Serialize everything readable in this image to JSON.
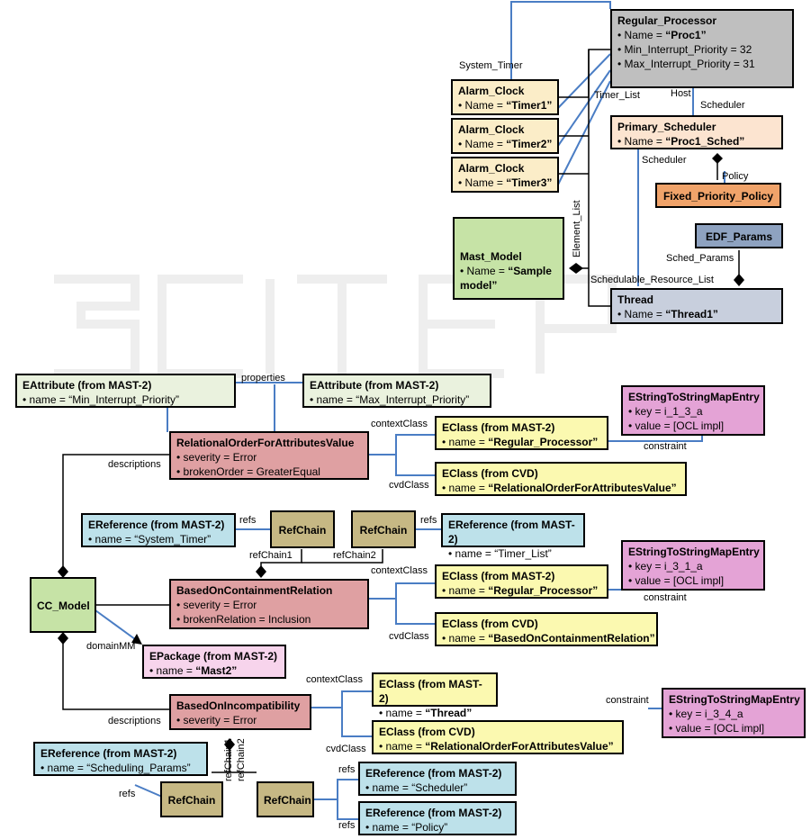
{
  "top": {
    "regular_processor": {
      "title": "Regular_Processor",
      "attrs": [
        {
          "name": "Name = ",
          "value": "“Proc1”"
        },
        {
          "name": "Min_Interrupt_Priority = 32",
          "value": ""
        },
        {
          "name": "Max_Interrupt_Priority = 31",
          "value": ""
        }
      ]
    },
    "alarm1": {
      "title": "Alarm_Clock",
      "name": "Name = ",
      "value": "“Timer1”"
    },
    "alarm2": {
      "title": "Alarm_Clock",
      "name": "Name = ",
      "value": "“Timer2”"
    },
    "alarm3": {
      "title": "Alarm_Clock",
      "name": "Name = ",
      "value": "“Timer3”"
    },
    "primary_scheduler": {
      "title": "Primary_Scheduler",
      "name": "Name = ",
      "value": "“Proc1_Sched”"
    },
    "fixed_priority": {
      "title": "Fixed_Priority_Policy"
    },
    "edf_params": {
      "title": "EDF_Params"
    },
    "mast_model": {
      "title": "Mast_Model",
      "name": "Name = ",
      "value": "“Sample model”"
    },
    "thread": {
      "title": "Thread",
      "name": "Name = ",
      "value": "“Thread1”"
    },
    "labels": {
      "system_timer": "System_Timer",
      "timer_list": "Timer_List",
      "host": "Host",
      "scheduler1": "Scheduler",
      "scheduler2": "Scheduler",
      "policy": "Policy",
      "element_list": "Element_List",
      "sched_params": "Sched_Params",
      "schedulable_resource_list": "Schedulable_Resource_List"
    }
  },
  "bottom": {
    "eattr_min": {
      "title": "EAttribute (from MAST-2)",
      "attr": "name = “Min_Interrupt_Priority”"
    },
    "eattr_max": {
      "title": "EAttribute (from MAST-2)",
      "attr": "name = “Max_Interrupt_Priority”"
    },
    "rel_order": {
      "title": "RelationalOrderForAttributesValue",
      "attrs": [
        "severity = Error",
        "brokenOrder = GreaterEqual"
      ]
    },
    "eclass_rp1": {
      "title": "EClass (from MAST-2)",
      "name": "name = ",
      "value": "“Regular_Processor”"
    },
    "eclass_cvd1": {
      "title": "EClass (from CVD)",
      "name": "name = ",
      "value": "“RelationalOrderForAttributesValue”"
    },
    "emap1": {
      "title": "EStringToStringMapEntry",
      "attrs": [
        "key = i_1_3_a",
        "value = [OCL impl]"
      ]
    },
    "eref_systimer": {
      "title": "EReference (from MAST-2)",
      "attr": "name = “System_Timer”"
    },
    "refchain1": {
      "title": "RefChain"
    },
    "refchain2": {
      "title": "RefChain"
    },
    "eref_timerlist": {
      "title": "EReference (from MAST-2)",
      "attr": "name = “Timer_List”"
    },
    "emap2": {
      "title": "EStringToStringMapEntry",
      "attrs": [
        "key = i_3_1_a",
        "value = [OCL impl]"
      ]
    },
    "cc_model": {
      "title": "CC_Model"
    },
    "based_contain": {
      "title": "BasedOnContainmentRelation",
      "attrs": [
        "severity = Error",
        "brokenRelation = Inclusion"
      ]
    },
    "eclass_rp2": {
      "title": "EClass (from MAST-2)",
      "name": "name = ",
      "value": "“Regular_Processor”"
    },
    "eclass_cvd2": {
      "title": "EClass (from CVD)",
      "name": "name = ",
      "value": "“BasedOnContainmentRelation”"
    },
    "epackage": {
      "title": "EPackage (from MAST-2)",
      "name": "name = ",
      "value": "“Mast2”"
    },
    "based_incompat": {
      "title": "BasedOnIncompatibility",
      "attrs": [
        "severity = Error"
      ]
    },
    "eclass_thread": {
      "title": "EClass (from MAST-2)",
      "name": "name = ",
      "value": "“Thread”"
    },
    "eclass_cvd3": {
      "title": "EClass (from CVD)",
      "name": "name = ",
      "value": "“RelationalOrderForAttributesValue”"
    },
    "emap3": {
      "title": "EStringToStringMapEntry",
      "attrs": [
        "key = i_3_4_a",
        "value = [OCL impl]"
      ]
    },
    "eref_schedparams": {
      "title": "EReference (from MAST-2)",
      "attr": "name = “Scheduling_Params”"
    },
    "refchain3": {
      "title": "RefChain"
    },
    "refchain4": {
      "title": "RefChain"
    },
    "eref_scheduler": {
      "title": "EReference (from MAST-2)",
      "attr": "name = “Scheduler”"
    },
    "eref_policy": {
      "title": "EReference (from MAST-2)",
      "attr": "name = “Policy”"
    },
    "labels": {
      "properties": "properties",
      "descriptions1": "descriptions",
      "contextClass1": "contextClass",
      "cvdClass1": "cvdClass",
      "constraint1": "constraint",
      "refs1": "refs",
      "refs2": "refs",
      "refChain1": "refChain1",
      "refChain2": "refChain2",
      "contextClass2": "contextClass",
      "constraint2": "constraint",
      "cvdClass2": "cvdClass",
      "domainMM": "domainMM",
      "contextClass3": "contextClass",
      "constraint3": "constraint",
      "descriptions2": "descriptions",
      "cvdClass3": "cvdClass",
      "refs3": "refs",
      "refChain1b": "refChain1",
      "refChain2b": "refChain2",
      "refs4": "refs",
      "refs5": "refs"
    }
  },
  "colors": {
    "blue_link": "#4a7dc4",
    "black_link": "#000000"
  }
}
